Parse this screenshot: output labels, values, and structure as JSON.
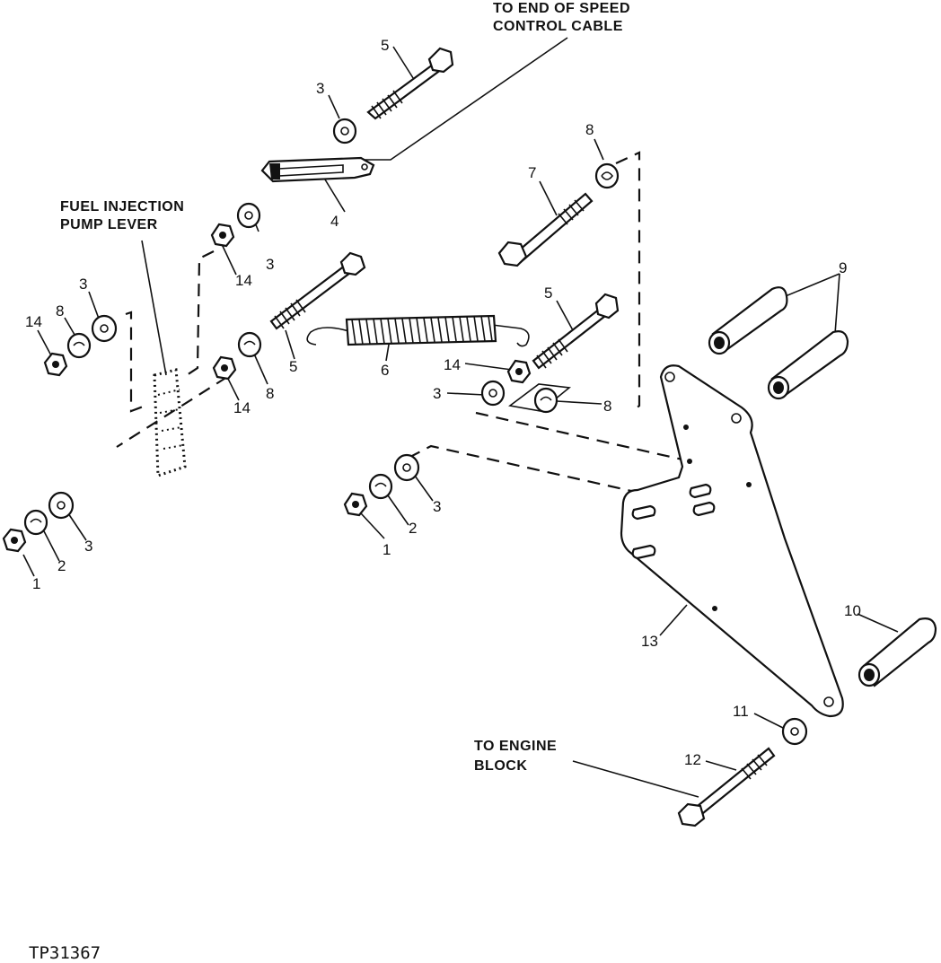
{
  "callouts": {
    "speed_cable": [
      "TO END OF SPEED",
      "CONTROL CABLE"
    ],
    "fuel_pump": [
      "FUEL INJECTION",
      "PUMP LEVER"
    ],
    "engine_block": [
      "TO ENGINE",
      "BLOCK"
    ]
  },
  "part_numbers": {
    "n5_top": "5",
    "n3_top": "3",
    "n4": "4",
    "n8_top": "8",
    "n7": "7",
    "n3_left_a": "3",
    "n14_left_a": "14",
    "n14_far": "14",
    "n8_far": "8",
    "n3_far": "3",
    "n5_mid": "5",
    "n6": "6",
    "n8_mid": "8",
    "n14_mid": "14",
    "n5_right": "5",
    "n14_right": "14",
    "n3_right": "3",
    "n8_right": "8",
    "n9": "9",
    "n10": "10",
    "n13": "13",
    "n11": "11",
    "n12": "12",
    "n1_left": "1",
    "n2_left": "2",
    "n3_left_b": "3",
    "n1_center": "1",
    "n2_center": "2",
    "n3_center": "3"
  },
  "figure_id": "TP31367"
}
